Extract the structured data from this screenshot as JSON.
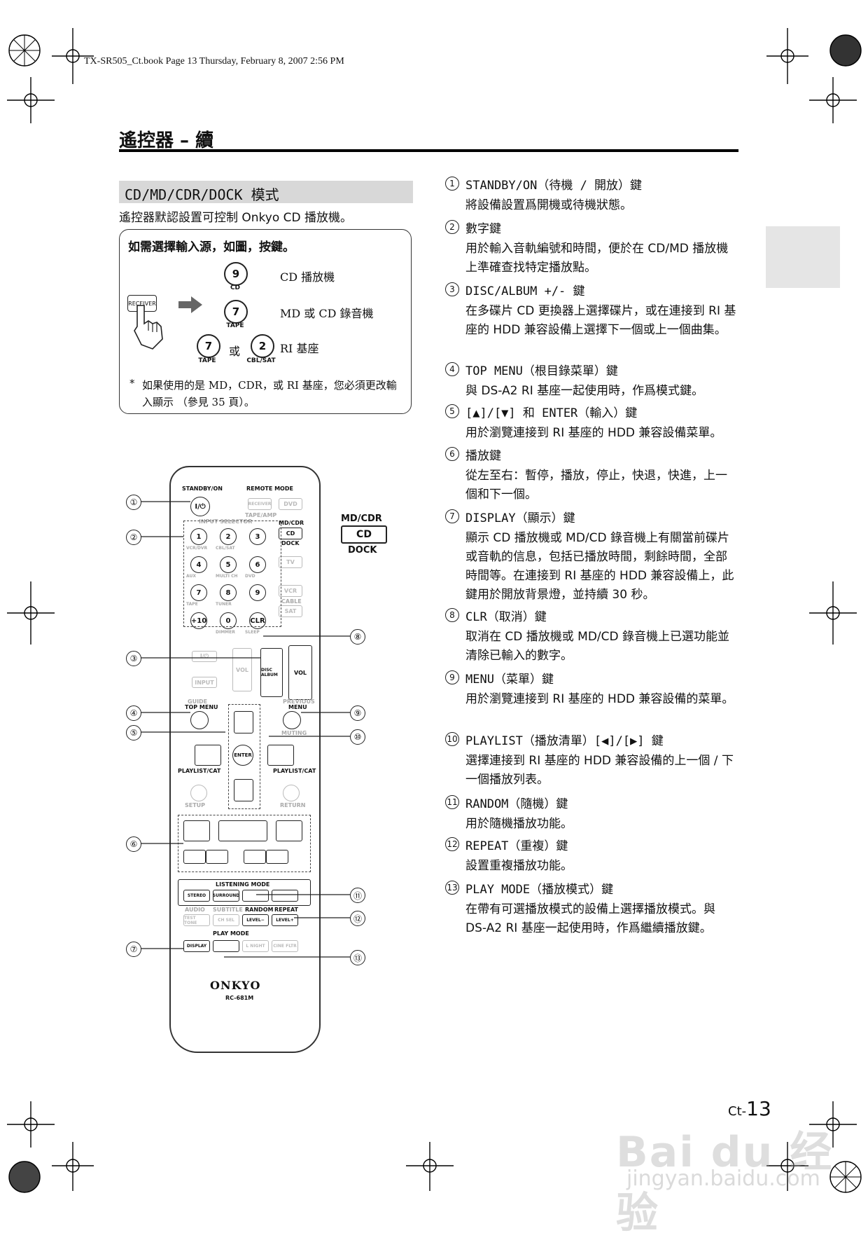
{
  "header": {
    "book_info": "TX-SR505_Ct.book  Page 13  Thursday, February 8, 2007  2:56 PM",
    "chapter_title": "遙控器 – 續"
  },
  "section": {
    "title": "CD/MD/CDR/DOCK 模式",
    "intro": "遙控器默認設置可控制 Onkyo CD 播放機。"
  },
  "note_box": {
    "heading": "如需選擇輸入源，如圖，按鍵。",
    "receiver_key": "RECEIVER",
    "rows": [
      {
        "button": "9",
        "caption": "CD",
        "label": "CD 播放機"
      },
      {
        "button": "7",
        "caption": "TAPE",
        "label": "MD 或 CD 錄音機"
      },
      {
        "button_a": "7",
        "caption_a": "TAPE",
        "or": "或",
        "button_b": "2",
        "caption_b": "CBL/SAT",
        "label": "RI 基座"
      }
    ],
    "asterisk": "*",
    "note": "如果使用的是 MD，CDR，或 RI 基座，您必須更改輸入顯示 （參見 35 頁）。"
  },
  "keys": [
    {
      "num": "1",
      "title": "STANDBY/ON（待機 / 開放）鍵",
      "desc": "將設備設置爲開機或待機狀態。"
    },
    {
      "num": "2",
      "title": "數字鍵",
      "desc": "用於輸入音軌編號和時間，便於在 CD/MD 播放機上準確查找特定播放點。"
    },
    {
      "num": "3",
      "title": "DISC/ALBUM +/- 鍵",
      "desc": "在多碟片 CD 更換器上選擇碟片，或在連接到 RI 基座的 HDD 兼容設備上選擇下一個或上一個曲集。"
    },
    {
      "num": "4",
      "title": "TOP MENU（根目錄菜單）鍵",
      "desc": "與 DS-A2 RI 基座一起使用時，作爲模式鍵。"
    },
    {
      "num": "5",
      "title": "[▲]/[▼] 和 ENTER（輸入）鍵",
      "desc": "用於瀏覽連接到 RI 基座的 HDD 兼容設備菜單。"
    },
    {
      "num": "6",
      "title": "播放鍵",
      "desc": "從左至右：暫停，播放，停止，快退，快進，上一個和下一個。"
    },
    {
      "num": "7",
      "title": "DISPLAY（顯示）鍵",
      "desc": "顯示 CD 播放機或 MD/CD 錄音機上有關當前碟片或音軌的信息，包括已播放時間，剩餘時間，全部時間等。在連接到 RI 基座的 HDD 兼容設備上，此鍵用於開放背景燈，並持續 30 秒。"
    },
    {
      "num": "8",
      "title": "CLR（取消）鍵",
      "desc": "取消在 CD 播放機或 MD/CD 錄音機上已選功能並清除已輸入的數字。"
    },
    {
      "num": "9",
      "title": "MENU（菜單）鍵",
      "desc": "用於瀏覽連接到 RI 基座的 HDD 兼容設備的菜單。"
    },
    {
      "num": "10",
      "title": "PLAYLIST（播放清單）[◀]/[▶] 鍵",
      "desc": "選擇連接到 RI 基座的 HDD 兼容設備的上一個 / 下一個播放列表。"
    },
    {
      "num": "11",
      "title": "RANDOM（隨機）鍵",
      "desc": "用於隨機播放功能。"
    },
    {
      "num": "12",
      "title": "REPEAT（重複）鍵",
      "desc": "設置重複播放功能。"
    },
    {
      "num": "13",
      "title": "PLAY MODE（播放模式）鍵",
      "desc": "在帶有可選播放模式的設備上選擇播放模式。與 DS-A2 RI 基座一起使用時，作爲繼續播放鍵。"
    }
  ],
  "remote": {
    "standby_label": "STANDBY/ON",
    "standby_btn": "I/⏻",
    "remote_mode": "REMOTE MODE",
    "receiver": "RECEIVER",
    "dvd": "DVD",
    "tape_amp": "TAPE/AMP",
    "md_cdr": "MD/CDR",
    "cd": "CD",
    "dock": "DOCK",
    "input_selector": "INPUT SELECTOR",
    "tv": "TV",
    "vcr": "VCR",
    "cable": "CABLE",
    "sat": "SAT",
    "digits": [
      "1",
      "2",
      "3",
      "4",
      "5",
      "6",
      "7",
      "8",
      "9",
      "+10",
      "0",
      "CLR"
    ],
    "digit_caps": [
      "VCR/DVR",
      "CBL/SAT",
      "",
      "AUX",
      "MULTI CH",
      "DVD",
      "TAPE",
      "TUNER",
      "",
      "",
      "DIMMER",
      "SLEEP"
    ],
    "disc_album": "DISC ALBUM",
    "vol": "VOL",
    "io": "I/⏻",
    "input": "INPUT",
    "guide": "GUIDE",
    "top_menu": "TOP MENU",
    "previous": "PREVIOUS",
    "menu": "MENU",
    "muting": "MUTING",
    "enter": "ENTER",
    "playlist_cat": "PLAYLIST/CAT",
    "setup": "SETUP",
    "return": "RETURN",
    "listening_mode": "LISTENING MODE",
    "stereo": "STEREO",
    "surround": "SURROUND",
    "audio": "AUDIO",
    "subtitle": "SUBTITLE",
    "random": "RANDOM",
    "repeat": "REPEAT",
    "test_tone": "TEST TONE",
    "ch_sel": "CH SEL",
    "level_minus": "LEVEL−",
    "level_plus": "LEVEL+",
    "play_mode": "PLAY MODE",
    "display": "DISPLAY",
    "l_night": "L NIGHT",
    "cine_fltr": "CINE FLTR",
    "brand": "ONKYO",
    "model": "RC-681M",
    "inset_md_cdr": "MD/CDR",
    "inset_cd": "CD",
    "inset_dock": "DOCK"
  },
  "footer": {
    "page_prefix": "Ct-",
    "page_number": "13",
    "watermark": "Bai du 经验",
    "watermark_url": "jingyan.baidu.com"
  }
}
